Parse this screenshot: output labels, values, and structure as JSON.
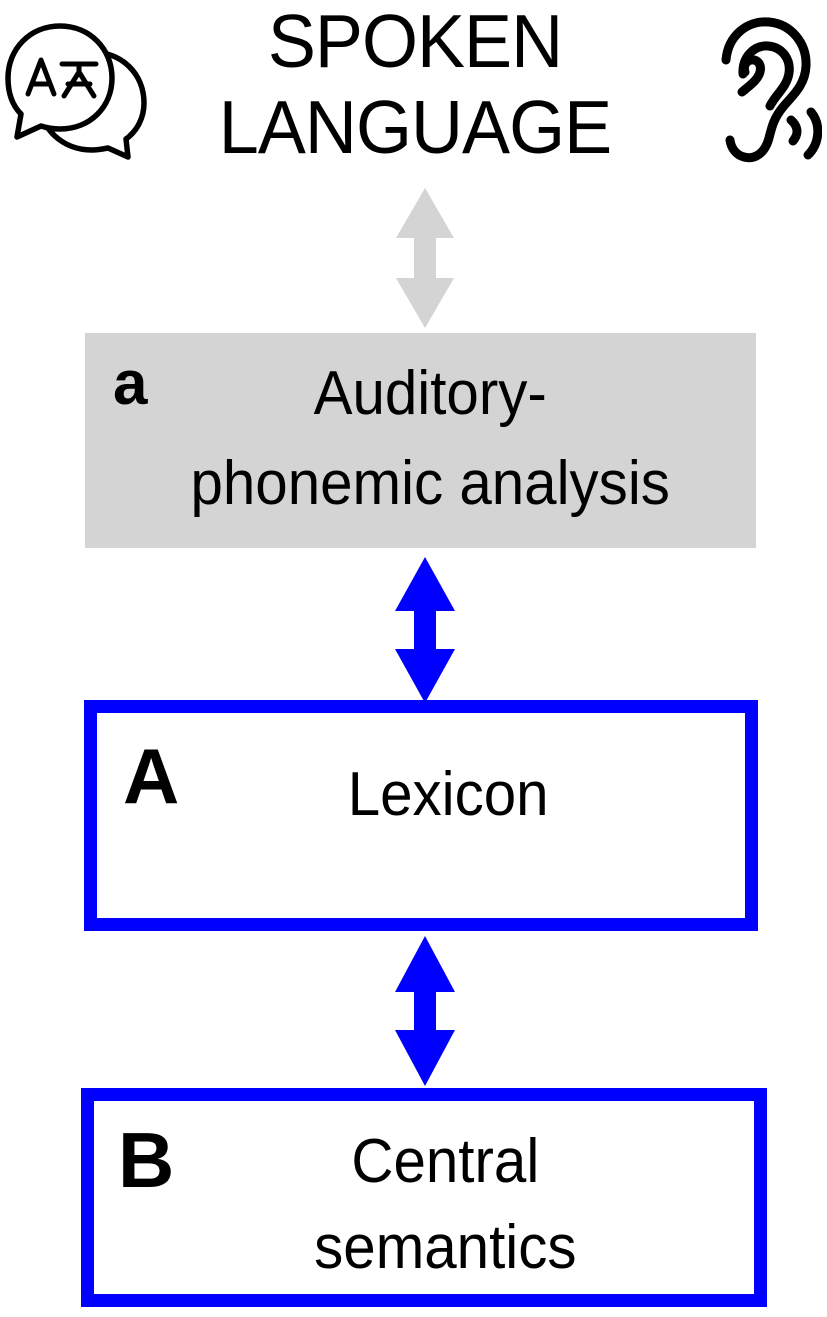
{
  "header": {
    "title_line_1": "SPOKEN",
    "title_line_2": "LANGUAGE",
    "left_icon": "translate-speech-bubbles-icon",
    "left_icon_glyph_a": "A",
    "left_icon_glyph_b": "文",
    "right_icon": "ear-listening-icon"
  },
  "arrows": [
    {
      "name": "arrow-spoken-to-auditory",
      "direction": "bidirectional-vertical",
      "color": "#d4d4d4",
      "from": "SPOKEN LANGUAGE",
      "to": "Auditory-phonemic analysis"
    },
    {
      "name": "arrow-auditory-to-lexicon",
      "direction": "bidirectional-vertical",
      "color": "#0000ff",
      "from": "Auditory-phonemic analysis",
      "to": "Lexicon"
    },
    {
      "name": "arrow-lexicon-to-semantics",
      "direction": "bidirectional-vertical",
      "color": "#0000ff",
      "from": "Lexicon",
      "to": "Central semantics"
    }
  ],
  "boxes": [
    {
      "id": "auditory",
      "tag": "a",
      "label_line_1": "Auditory-",
      "label_line_2": "phonemic analysis",
      "fill": "#d4d4d4",
      "border": "none"
    },
    {
      "id": "lexicon",
      "tag": "A",
      "label_line_1": "Lexicon",
      "label_line_2": "",
      "fill": "#ffffff",
      "border": "#0000ff"
    },
    {
      "id": "semantics",
      "tag": "B",
      "label_line_1": "Central",
      "label_line_2": "semantics",
      "fill": "#ffffff",
      "border": "#0000ff"
    }
  ],
  "colors": {
    "blue": "#0000ff",
    "gray": "#d4d4d4",
    "black": "#000000",
    "white": "#ffffff"
  }
}
